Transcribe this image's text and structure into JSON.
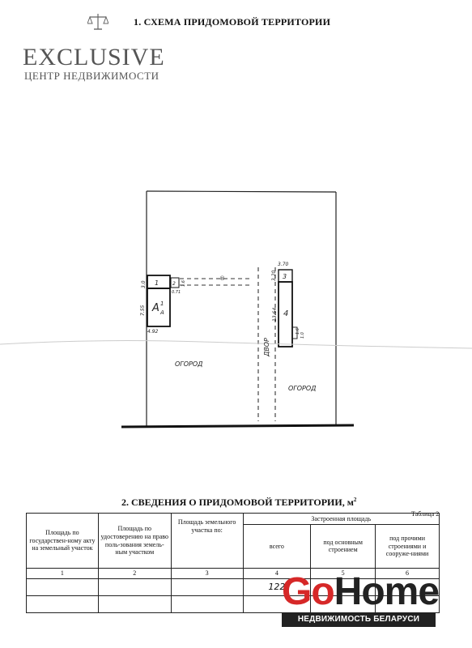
{
  "section1_title": "1. СХЕМА ПРИДОМОВОЙ ТЕРРИТОРИИ",
  "section2_title": "2. СВЕДЕНИЯ О ПРИДОМОВОЙ ТЕРРИТОРИИ, м",
  "section2_sup": "2",
  "table_caption": "Таблица 2",
  "logo_exclusive": {
    "brand": "EXCLUSIVE",
    "subtitle": "ЦЕНТР НЕДВИЖИМОСТИ"
  },
  "scheme": {
    "building_1_label": "1",
    "building_2_label": "2",
    "building_3_label": "3",
    "building_4_label": "4",
    "main_house_label": "А",
    "main_house_sup": "1",
    "main_house_sub": "А",
    "yard_label": "ДВОР",
    "garden_left_label": "ОГОРОД",
    "garden_right_label": "ОГОРОД",
    "dim_3_0": "3.0",
    "dim_7_55": "7.55",
    "dim_4_92": "4.92",
    "dim_1_6": "1.6",
    "dim_0_71": "0.71",
    "dim_3_20": "3.20",
    "dim_3_70": "3.70",
    "dim_13_64": "13.64",
    "dim_1_6b": "1.6",
    "dim_1_0": "1.0",
    "marker": "®"
  },
  "table": {
    "headers": [
      "Площадь по государствен-ному акту на земельный участок",
      "Площадь по удостоверению на право поль-зования земель-ным участком",
      "Площадь земельного участка по:",
      "Застроенная площадь"
    ],
    "subheaders": [
      "всего",
      "под основным строением",
      "под прочими строениями и сооруже-ниями"
    ],
    "numbers": [
      "1",
      "2",
      "3",
      "4",
      "5",
      "6"
    ],
    "row1": [
      "",
      "",
      "",
      "122",
      "",
      ""
    ],
    "row2": [
      "",
      "",
      "",
      "",
      "",
      ""
    ]
  },
  "watermark": {
    "go": "Go",
    "home": "Home",
    "band": "НЕДВИЖИМОСТЬ БЕЛАРУСИ"
  }
}
